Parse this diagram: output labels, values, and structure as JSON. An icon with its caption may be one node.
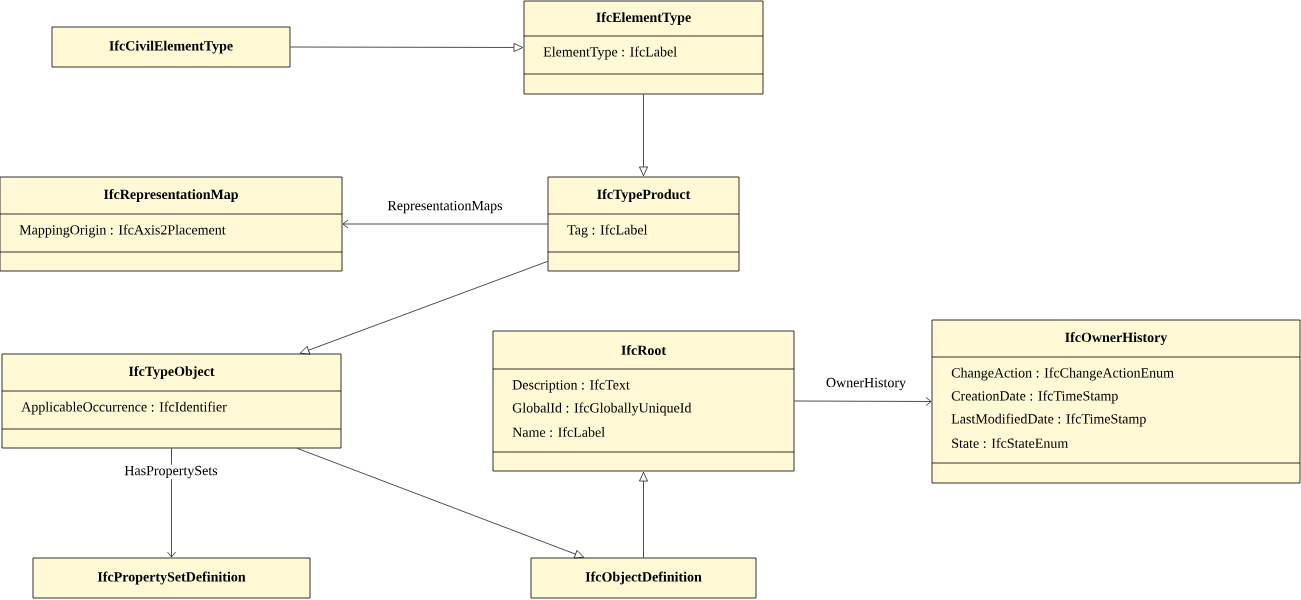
{
  "diagram": {
    "nodes": [
      {
        "text": [
          "IfcCivilElementType"
        ]
      },
      {
        "text": [
          "IfcElementType",
          "ElementType : IfcLabel"
        ]
      },
      {
        "text": [
          "IfcRepresentationMap",
          "MappingOrigin : IfcAxis2Placement"
        ]
      },
      {
        "text": [
          "IfcTypeProduct",
          "Tag : IfcLabel"
        ]
      },
      {
        "text": [
          "IfcTypeObject",
          "ApplicableOccurrence : IfcIdentifier"
        ]
      },
      {
        "text": [
          "IfcRoot",
          "Description : IfcText",
          "GlobalId : IfcGloballyUniqueId",
          "Name : IfcLabel"
        ]
      },
      {
        "text": [
          "IfcOwnerHistory",
          "ChangeAction : IfcChangeActionEnum",
          "CreationDate : IfcTimeStamp",
          "LastModifiedDate : IfcTimeStamp",
          "State : IfcStateEnum"
        ]
      },
      {
        "text": [
          "IfcPropertySetDefinition"
        ]
      },
      {
        "text": [
          "IfcObjectDefinition"
        ]
      }
    ],
    "edges": [
      {
        "from": 0,
        "to": 1,
        "arrow": "to"
      },
      {
        "from": 1,
        "to": 3,
        "arrow": "to"
      },
      {
        "from": 3,
        "to": 2,
        "arrow": "to",
        "label": "RepresentationMaps"
      },
      {
        "from": 3,
        "to": 4,
        "arrow": "to"
      },
      {
        "from": 4,
        "to": 7,
        "arrow": "to",
        "label": "HasPropertySets"
      },
      {
        "from": 4,
        "to": 8,
        "arrow": "to"
      },
      {
        "from": 8,
        "to": 5,
        "arrow": "to"
      },
      {
        "from": 5,
        "to": 6,
        "arrow": "to",
        "label": "OwnerHistory"
      }
    ]
  }
}
